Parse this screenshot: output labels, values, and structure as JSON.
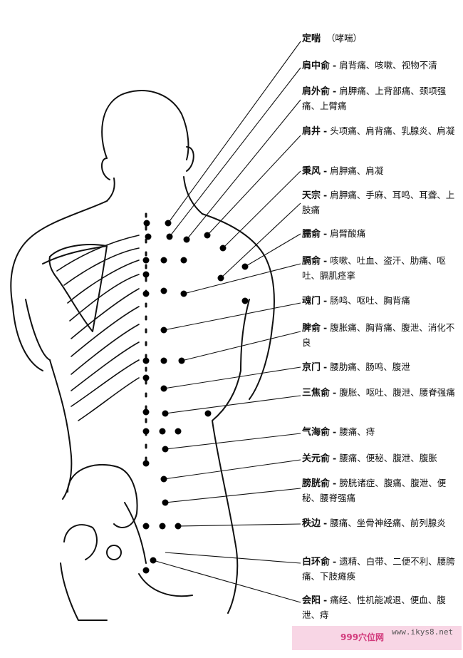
{
  "points": [
    {
      "name": "定喘",
      "desc": "（哮喘）"
    },
    {
      "name": "肩中俞",
      "desc": "肩背痛、咳嗽、视物不清"
    },
    {
      "name": "肩外俞",
      "desc": "肩胛痛、上背部痛、颈项强痛、上臂痛"
    },
    {
      "name": "肩井",
      "desc": "头项痛、肩背痛、乳腺炎、肩凝"
    },
    {
      "name": "秉风",
      "desc": "肩胛痛、肩凝"
    },
    {
      "name": "天宗",
      "desc": "肩胛痛、手麻、耳鸣、耳聋、上肢痛"
    },
    {
      "name": "臑俞",
      "desc": "肩臂酸痛"
    },
    {
      "name": "膈俞",
      "desc": "咳嗽、吐血、盗汗、肋痛、呕吐、膈肌痉挛"
    },
    {
      "name": "魂门",
      "desc": "肠鸣、呕吐、胸背痛"
    },
    {
      "name": "脾俞",
      "desc": "腹胀痛、胸背痛、腹泄、消化不良"
    },
    {
      "name": "京门",
      "desc": "腰肋痛、肠鸣、腹泄"
    },
    {
      "name": "三焦俞",
      "desc": "腹胀、呕吐、腹泄、腰脊强痛"
    },
    {
      "name": "气海俞",
      "desc": "腰痛、痔"
    },
    {
      "name": "关元俞",
      "desc": "腰痛、便秘、腹泄、腹胀"
    },
    {
      "name": "膀胱俞",
      "desc": "膀胱诸症、腹痛、腹泄、便秘、腰脊强痛"
    },
    {
      "name": "秩边",
      "desc": "腰痛、坐骨神经痛、前列腺炎"
    },
    {
      "name": "白环俞",
      "desc": "遗精、白带、二便不利、腰胯痛、下肢瘫痪"
    },
    {
      "name": "会阳",
      "desc": "痛经、性机能减退、便血、腹泄、痔"
    }
  ],
  "watermark": {
    "site": "999穴位网",
    "url": "www.ikys8.net"
  }
}
